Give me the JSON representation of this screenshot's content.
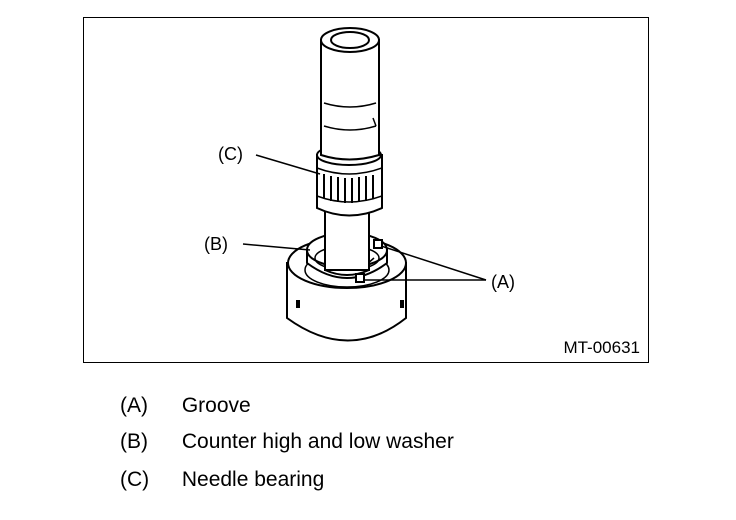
{
  "figure": {
    "id_label": "MT-00631",
    "callouts": {
      "a": "(A)",
      "b": "(B)",
      "c": "(C)"
    }
  },
  "legend": [
    {
      "key": "(A)",
      "text": "Groove"
    },
    {
      "key": "(B)",
      "text": "Counter high and low washer"
    },
    {
      "key": "(C)",
      "text": "Needle bearing"
    }
  ]
}
